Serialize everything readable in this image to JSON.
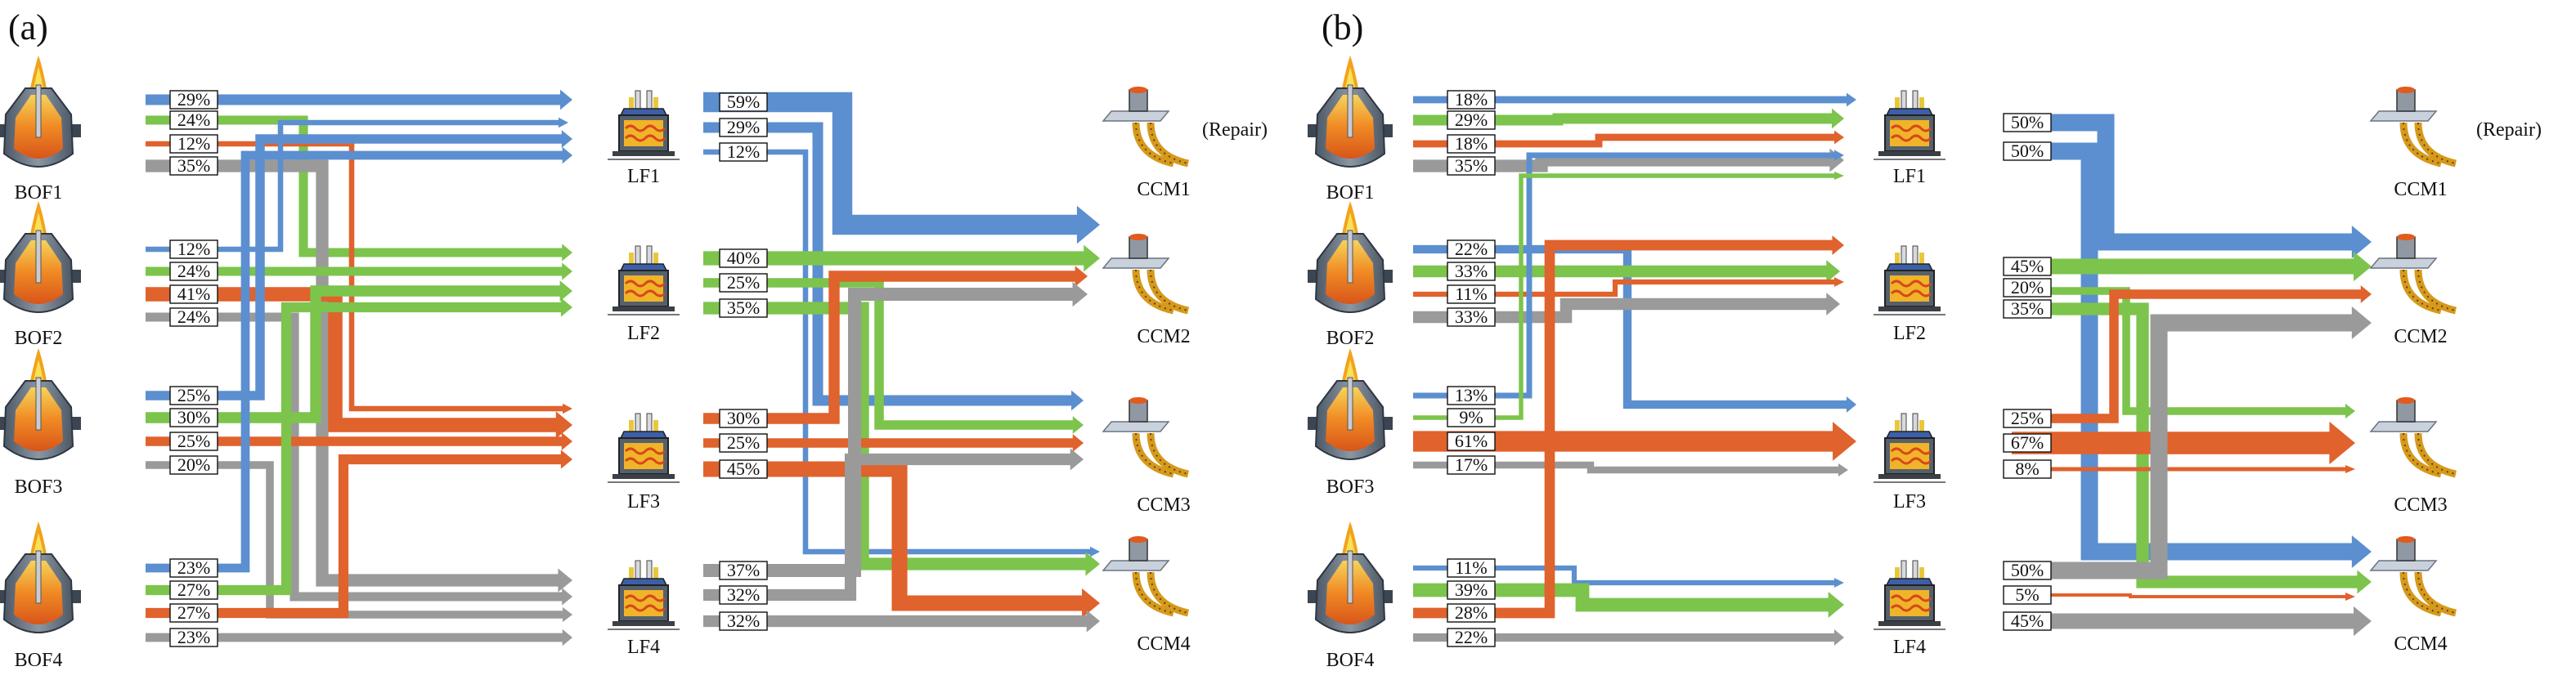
{
  "panels": [
    {
      "label": "(a)",
      "bof": [
        "BOF1",
        "BOF2",
        "BOF3",
        "BOF4"
      ],
      "lf": [
        "LF1",
        "LF2",
        "LF3",
        "LF4"
      ],
      "ccm": [
        "CCM1",
        "CCM2",
        "CCM3",
        "CCM4"
      ],
      "repair_note": "(Repair)",
      "bof_to_lf": [
        [
          "29%",
          "24%",
          "12%",
          "35%"
        ],
        [
          "12%",
          "24%",
          "41%",
          "24%"
        ],
        [
          "25%",
          "30%",
          "25%",
          "20%"
        ],
        [
          "23%",
          "27%",
          "27%",
          "23%"
        ]
      ],
      "lf_to_ccm": [
        [
          "59%",
          "29%",
          "12%"
        ],
        [
          "40%",
          "25%",
          "35%"
        ],
        [
          "30%",
          "25%",
          "45%"
        ],
        [
          "37%",
          "32%",
          "32%"
        ]
      ]
    },
    {
      "label": "(b)",
      "bof": [
        "BOF1",
        "BOF2",
        "BOF3",
        "BOF4"
      ],
      "lf": [
        "LF1",
        "LF2",
        "LF3",
        "LF4"
      ],
      "ccm": [
        "CCM1",
        "CCM2",
        "CCM3",
        "CCM4"
      ],
      "repair_note": "(Repair)",
      "bof_to_lf": [
        [
          "18%",
          "29%",
          "18%",
          "35%"
        ],
        [
          "22%",
          "33%",
          "11%",
          "33%"
        ],
        [
          "13%",
          "9%",
          "61%",
          "17%"
        ],
        [
          "11%",
          "39%",
          "28%",
          "22%"
        ]
      ],
      "lf_to_ccm": [
        [
          "50%",
          "50%"
        ],
        [
          "45%",
          "20%",
          "35%"
        ],
        [
          "25%",
          "67%",
          "8%"
        ],
        [
          "50%",
          "5%",
          "45%"
        ]
      ]
    }
  ],
  "colors": {
    "lf1": "#5b8fd0",
    "lf2": "#7cc44c",
    "lf3": "#e0622c",
    "lf4": "#9a9a9a",
    "ccm1": "#5b8fd0",
    "ccm2": "#7cc44c",
    "ccm3": "#e0622c",
    "ccm4": "#9a9a9a"
  },
  "icons": {
    "bof": "converter-furnace-icon",
    "lf": "ladle-furnace-icon",
    "ccm": "continuous-caster-icon"
  }
}
